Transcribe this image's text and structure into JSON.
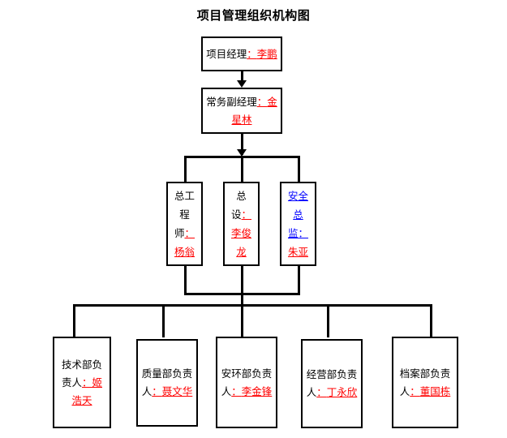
{
  "title": "项目管理组织机构图",
  "nodes": {
    "project_manager": {
      "role": "项目经理",
      "colon": "：",
      "name": "李鹏",
      "name_color": "#ff0000"
    },
    "deputy_manager": {
      "role": "常务副经理",
      "colon": "：",
      "name": "金星林",
      "name_color": "#ff0000"
    },
    "chief_engineer": {
      "role": "总工程师",
      "colon": "：",
      "name": "杨翁",
      "name_color": "#ff0000"
    },
    "chief_designer": {
      "role": "总设",
      "colon": "：",
      "name": "李俊龙",
      "name_color": "#ff0000"
    },
    "safety_director": {
      "role": "安全总监",
      "role_color": "#0000ff",
      "colon": "：",
      "name": "朱亚",
      "name_color": "#ff0000"
    },
    "tech_dept": {
      "role": "技术部负责人",
      "colon": "：",
      "name": "姬浩天",
      "name_color": "#ff0000"
    },
    "quality_dept": {
      "role": "质量部负责人",
      "colon": "：",
      "name": "聂文华",
      "name_color": "#ff0000"
    },
    "safety_env_dept": {
      "role": "安环部负责人",
      "colon": "：",
      "name": "李金锋",
      "name_color": "#ff0000"
    },
    "operations_dept": {
      "role": "经营部负责人",
      "colon": "：",
      "name": "丁永欣",
      "name_color": "#ff0000"
    },
    "archives_dept": {
      "role": "档案部负责人",
      "colon": "：",
      "name": "董国栋",
      "name_color": "#ff0000"
    }
  },
  "colors": {
    "line": "#000000",
    "box_border": "#000000",
    "background": "#ffffff",
    "name_red": "#ff0000",
    "role_blue": "#0000ff",
    "text_black": "#000000"
  }
}
